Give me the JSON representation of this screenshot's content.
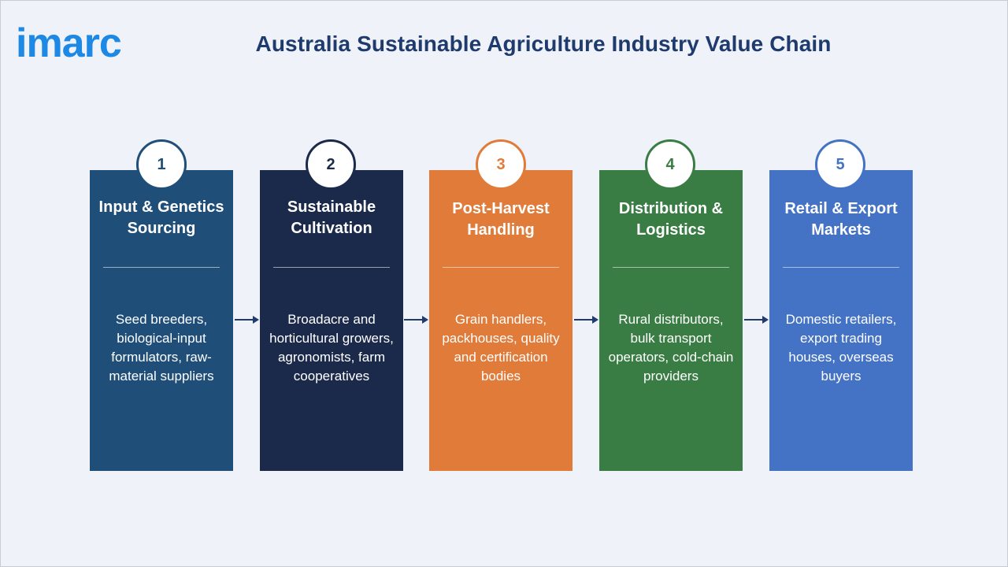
{
  "header": {
    "logo_text": "imarc",
    "title": "Australia Sustainable Agriculture Industry Value Chain"
  },
  "colors": {
    "background": "#eff2f8",
    "title": "#1f3b6e",
    "logo": "#1e88e5"
  },
  "steps": [
    {
      "number": "1",
      "title": "Input & Genetics Sourcing",
      "description": "Seed breeders, biological-input formulators, raw-material suppliers",
      "color": "#1f4e79"
    },
    {
      "number": "2",
      "title": "Sustainable Cultivation",
      "description": "Broadacre and horticultural growers, agronomists, farm cooperatives",
      "color": "#1b2a4a"
    },
    {
      "number": "3",
      "title": "Post-Harvest Handling",
      "description": "Grain handlers, packhouses, quality and certification bodies",
      "color": "#e07b39"
    },
    {
      "number": "4",
      "title": "Distribution & Logistics",
      "description": "Rural distributors, bulk transport operators, cold-chain providers",
      "color": "#3a7d44"
    },
    {
      "number": "5",
      "title": "Retail & Export Markets",
      "description": "Domestic retailers, export trading houses, overseas buyers",
      "color": "#4472c4"
    }
  ]
}
